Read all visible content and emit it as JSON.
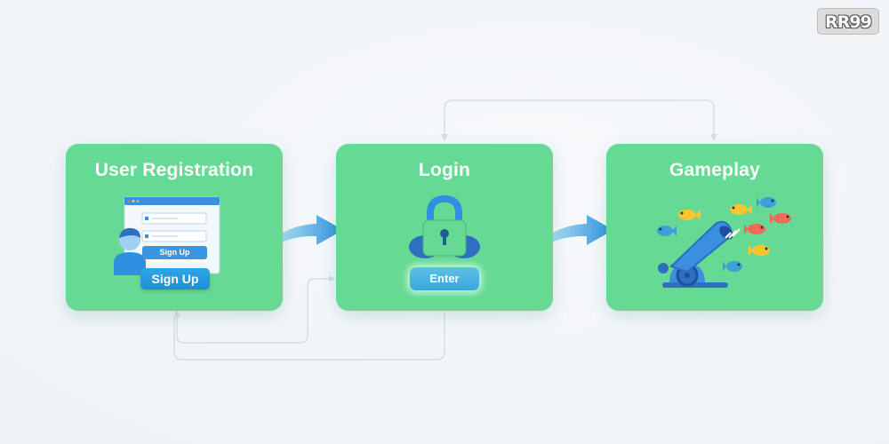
{
  "stages": [
    {
      "title": "User Registration",
      "button": "Sign Up",
      "form_button": "Sign Up"
    },
    {
      "title": "Login",
      "button": "Enter"
    },
    {
      "title": "Gameplay"
    }
  ],
  "logo": {
    "text": "RR99"
  },
  "icons": [
    "registration-form-icon",
    "user-avatar-icon",
    "padlock-icon",
    "cannon-icon",
    "fish-icon"
  ],
  "colors": {
    "card": "#66d994",
    "arrow": "#2f8fe0",
    "connector": "#d6dde3",
    "button": "#1f8ed6"
  }
}
